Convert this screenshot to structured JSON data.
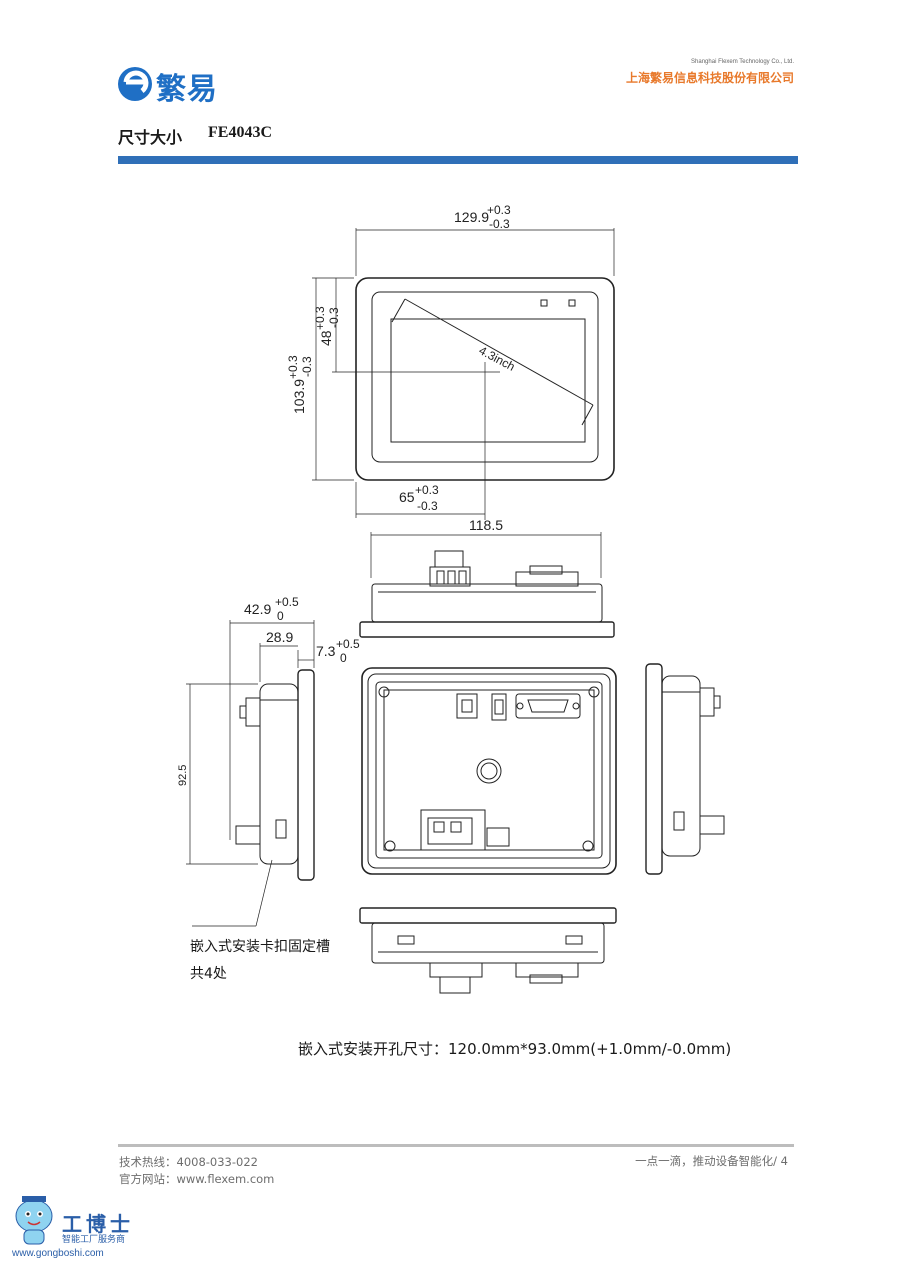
{
  "header": {
    "logo_text": "繁易",
    "company_en": "Shanghai Flexem Technology Co., Ltd.",
    "company_cn": "上海繁易信息科技股份有限公司",
    "title_cn": "尺寸大小",
    "title_model": "FE4043C",
    "accent_color": "#2f6fb8",
    "company_color": "#e8792b"
  },
  "drawing": {
    "width_total": "129.9",
    "width_tol_plus": "+0.3",
    "width_tol_minus": "-0.3",
    "height_total": "103.9",
    "height_tol_plus": "+0.3",
    "height_tol_minus": "-0.3",
    "center_v": "48",
    "center_v_tol_plus": "+0.3",
    "center_v_tol_minus": "-0.3",
    "center_h": "65",
    "center_h_tol_plus": "+0.3",
    "center_h_tol_minus": "-0.3",
    "diagonal": "4.3inch",
    "top_width": "118.5",
    "depth_total": "42.9",
    "depth_tol_plus": "+0.5",
    "depth_tol_minus": "0",
    "depth_body": "28.9",
    "bezel": "7.3",
    "bezel_tol_plus": "+0.5",
    "bezel_tol_minus": "0",
    "side_height": "92.5"
  },
  "notes": {
    "clip_line1": "嵌入式安装卡扣固定槽",
    "clip_line2": "共4处",
    "cutout": "嵌入式安装开孔尺寸：120.0mm*93.0mm(+1.0mm/-0.0mm)"
  },
  "footer": {
    "hotline": "技术热线：4008-033-022",
    "website": "官方网站：www.flexem.com",
    "slogan": "一点一滴，推动设备智能化/ 4"
  },
  "watermark": {
    "name": "工博士",
    "sub": "智能工厂服务商",
    "url": "www.gongboshi.com"
  }
}
